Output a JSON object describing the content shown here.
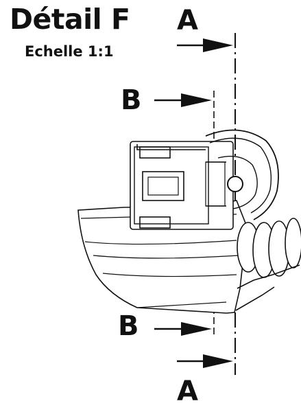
{
  "title": "Détail F",
  "scale": "Echelle 1:1",
  "sections": {
    "a_top": "A",
    "b_top": "B",
    "b_bottom": "B",
    "a_bottom": "A"
  }
}
